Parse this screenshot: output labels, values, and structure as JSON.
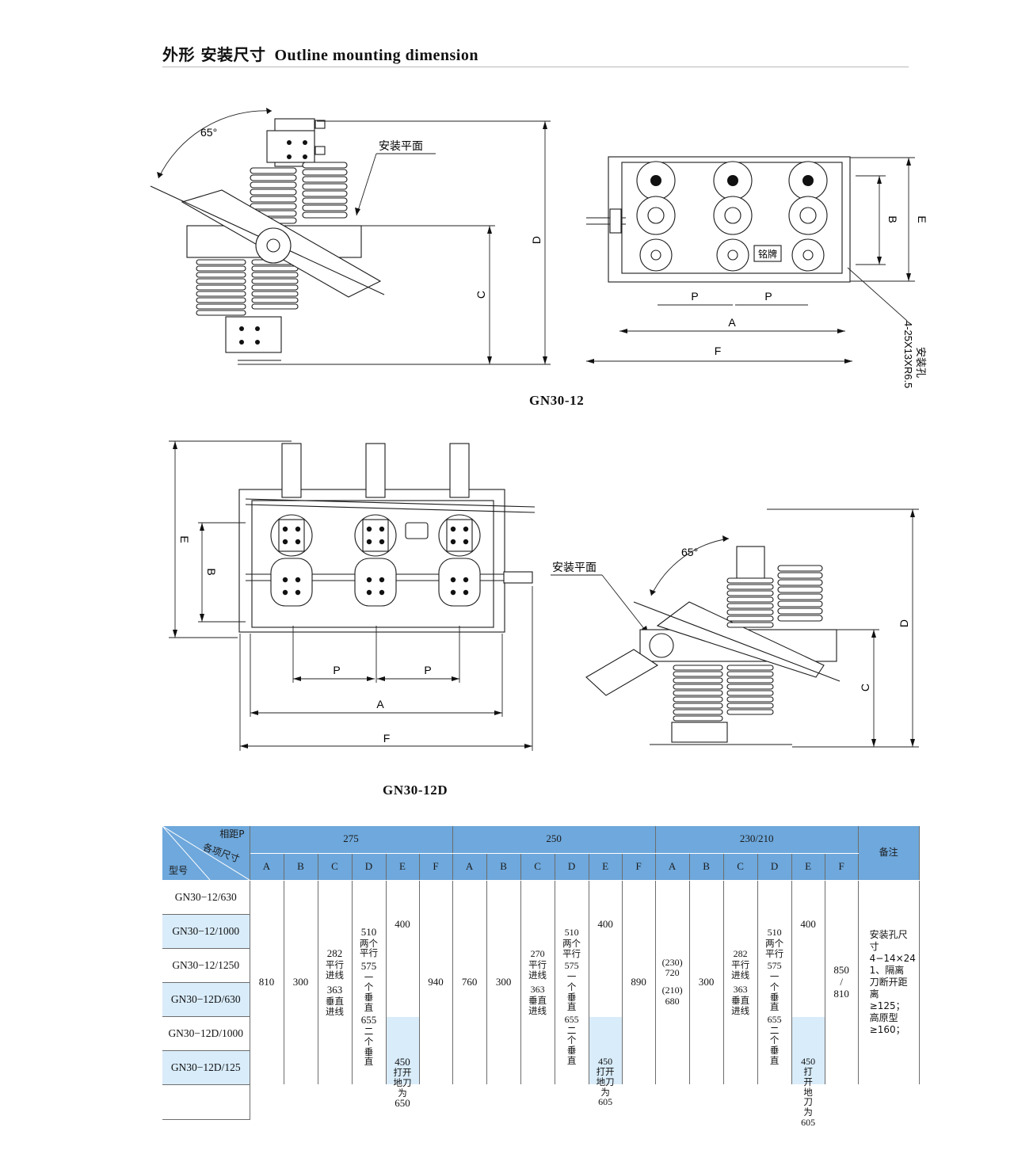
{
  "heading": {
    "cn": "外形 安装尺寸",
    "en": "Outline mounting dimension"
  },
  "figures": {
    "fig1_caption": "GN30-12",
    "fig2_caption": "GN30-12D",
    "angle_label": "65°",
    "mount_plane": "安装平面",
    "nameplate": "铭牌",
    "mount_hole_label": "安装孔",
    "mount_hole_spec": "4-25X13XR6.5",
    "dim_letters": {
      "A": "A",
      "B": "B",
      "C": "C",
      "D": "D",
      "E": "E",
      "F": "F",
      "P": "P"
    }
  },
  "table": {
    "header": {
      "phase_label": "相距P",
      "dims_label": "各项尺寸",
      "model_label": "型号",
      "groups": [
        "275",
        "250",
        "230/210"
      ],
      "cols": [
        "A",
        "B",
        "C",
        "D",
        "E",
        "F"
      ],
      "remark": "备注"
    },
    "models": [
      "GN30−12/630",
      "GN30−12/1000",
      "GN30−12/1250",
      "GN30−12D/630",
      "GN30−12D/1000",
      "GN30−12D/125"
    ],
    "g275": {
      "A": "810",
      "B": "300",
      "C1": "282",
      "C1t": "平行进线",
      "C2": "363",
      "C2t": "垂直进线",
      "D1": "510",
      "D1t": "两个平行",
      "D2": "575",
      "D2t": "一个垂直",
      "D3": "655",
      "D3t": "二个垂直",
      "E1": "400",
      "E2": "450",
      "E2t": "打开地刀为",
      "E3": "650",
      "F": "940"
    },
    "g250": {
      "A": "760",
      "B": "300",
      "C1": "270",
      "C1t": "平行进线",
      "C2": "363",
      "C2t": "垂直进线",
      "D1": "510",
      "D1t": "两个平行",
      "D2": "575",
      "D2t": "一个垂直",
      "D3": "655",
      "D3t": "二个垂直",
      "E1": "400",
      "E2": "450",
      "E2t": "打开地刀为",
      "E3": "605",
      "F": "890"
    },
    "g230": {
      "A1": "(230)",
      "A2": "720",
      "A3": "(210)",
      "A4": "680",
      "B": "300",
      "C1": "282",
      "C1t": "平行进线",
      "C2": "363",
      "C2t": "垂直进线",
      "D1": "510",
      "D1t": "两个平行",
      "D2": "575",
      "D2t": "一个垂直",
      "D3": "655",
      "D3t": "二个垂直",
      "E1": "400",
      "E2": "450",
      "E2t": "打开地刀为",
      "E3": "605",
      "F1": "850",
      "F2": "/",
      "F3": "810"
    },
    "remark_text": "安装孔尺寸4−14×24 1、隔离刀断开距离≥125；高原型≥160；"
  },
  "colors": {
    "header_blue": "#6ea8dc",
    "light_blue": "#d9ecfa"
  }
}
